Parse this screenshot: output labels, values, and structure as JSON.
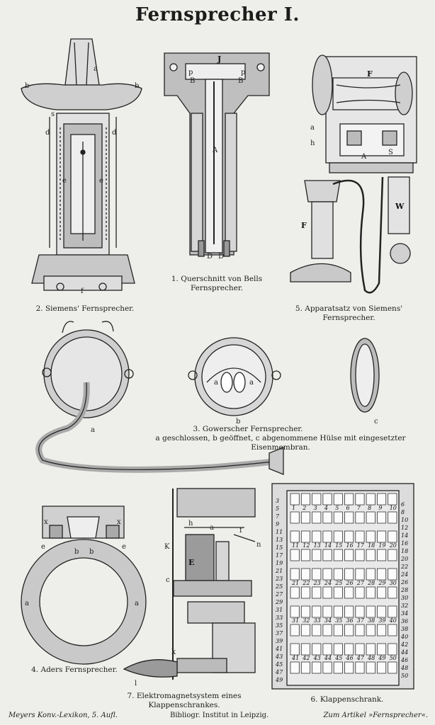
{
  "title": "Fernsprecher I.",
  "captions": {
    "fig1": "1. Querschnitt von Bells Fernsprecher.",
    "fig2": "2. Siemens' Fernsprecher.",
    "fig3_title": "3. Gowerscher Fernsprecher.",
    "fig3_sub": "a geschlossen, b geöffnet, c abgenommene Hülse mit eingesetzter Eisenmembran.",
    "fig4": "4. Aders Fernsprecher.",
    "fig5": "5. Apparatsatz von Siemens' Fernsprecher.",
    "fig6": "6. Klappenschrank.",
    "fig7": "7. Elektromagnetsystem eines Klappenschrankes."
  },
  "footer": {
    "left": "Meyers Konv.-Lexikon, 5. Aufl.",
    "center": "Bibliogr. Institut in Leipzig.",
    "right": "Zum Artikel »Fernsprecher«."
  },
  "labels": {
    "fig1": [
      "J",
      "p",
      "B",
      "B",
      "p",
      "A",
      "D",
      "D"
    ],
    "fig2": [
      "a",
      "b",
      "b",
      "s",
      "d",
      "d",
      "e",
      "e",
      "f"
    ],
    "fig3": [
      "a",
      "b",
      "c",
      "a",
      "a"
    ],
    "fig4": [
      "x",
      "x",
      "e",
      "e",
      "b",
      "b",
      "a",
      "a"
    ],
    "fig5": [
      "F",
      "F",
      "a",
      "h",
      "A",
      "S",
      "W"
    ],
    "fig7": [
      "K",
      "h",
      "a",
      "f",
      "n",
      "E",
      "c",
      "k",
      "l"
    ]
  },
  "switchboard": {
    "left_numbers": [
      "3",
      "5",
      "7",
      "9",
      "11",
      "13",
      "15",
      "17",
      "19",
      "21",
      "23",
      "25",
      "27",
      "29",
      "31",
      "33",
      "35",
      "37",
      "39",
      "41",
      "43",
      "45",
      "47",
      "49"
    ],
    "right_numbers": [
      "6",
      "8",
      "10",
      "12",
      "14",
      "16",
      "18",
      "20",
      "22",
      "24",
      "26",
      "28",
      "30",
      "32",
      "34",
      "36",
      "38",
      "40",
      "42",
      "44",
      "46",
      "48",
      "50"
    ],
    "row_labels": [
      [
        "1",
        "2",
        "3",
        "4",
        "5",
        "6",
        "7",
        "8",
        "9",
        "10"
      ],
      [
        "11",
        "12",
        "13",
        "14",
        "15",
        "16",
        "17",
        "18",
        "19",
        "20"
      ],
      [
        "21",
        "22",
        "23",
        "24",
        "25",
        "26",
        "27",
        "28",
        "29",
        "30"
      ],
      [
        "31",
        "32",
        "33",
        "34",
        "35",
        "36",
        "37",
        "38",
        "39",
        "40"
      ],
      [
        "41",
        "42",
        "43",
        "44",
        "45",
        "46",
        "47",
        "48",
        "49",
        "50"
      ]
    ]
  }
}
